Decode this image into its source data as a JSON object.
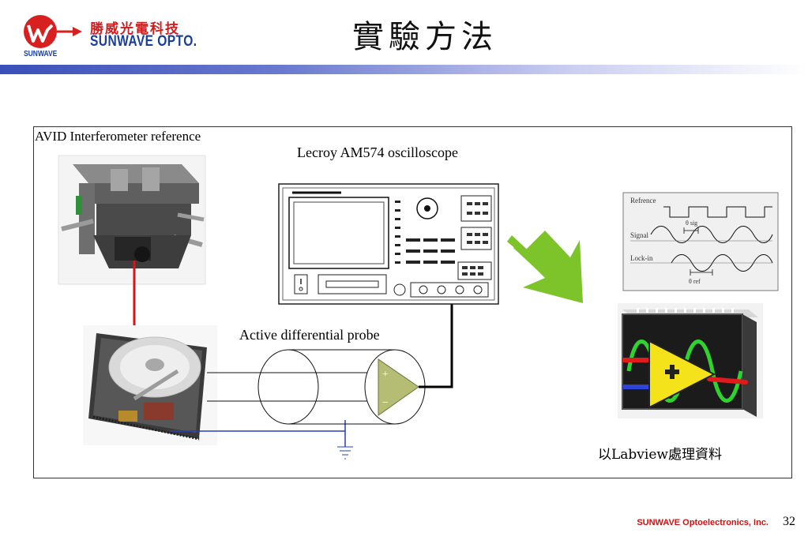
{
  "header": {
    "company_zh": "勝威光電科技",
    "company_en": "SUNWAVE OPTO.",
    "logo_small": "SUNWAVE",
    "title": "實驗方法"
  },
  "diagram": {
    "interferometer_label": "AVID Interferometer reference",
    "oscilloscope_label": "Lecroy AM574 oscilloscope",
    "probe_label": "Active differential probe",
    "labview_label": "以Labview處理資料",
    "probe_plus": "+",
    "probe_minus": "−",
    "waveform": {
      "reference_label": "Refrence",
      "signal_label": "Signal",
      "lockin_label": "Lock-in",
      "theta_top": "θ sig",
      "theta_bottom": "θ ref"
    }
  },
  "footer": {
    "company": "SUNWAVE Optoelectronics, Inc.",
    "page": "32"
  },
  "colors": {
    "header_blue": "#3a4fb8",
    "brand_red": "#cc1f1f",
    "brand_blue": "#1a3f9a",
    "arrow_green": "#7cc42a",
    "probe_green": "#b5bd74",
    "footer_red": "#d21010"
  }
}
